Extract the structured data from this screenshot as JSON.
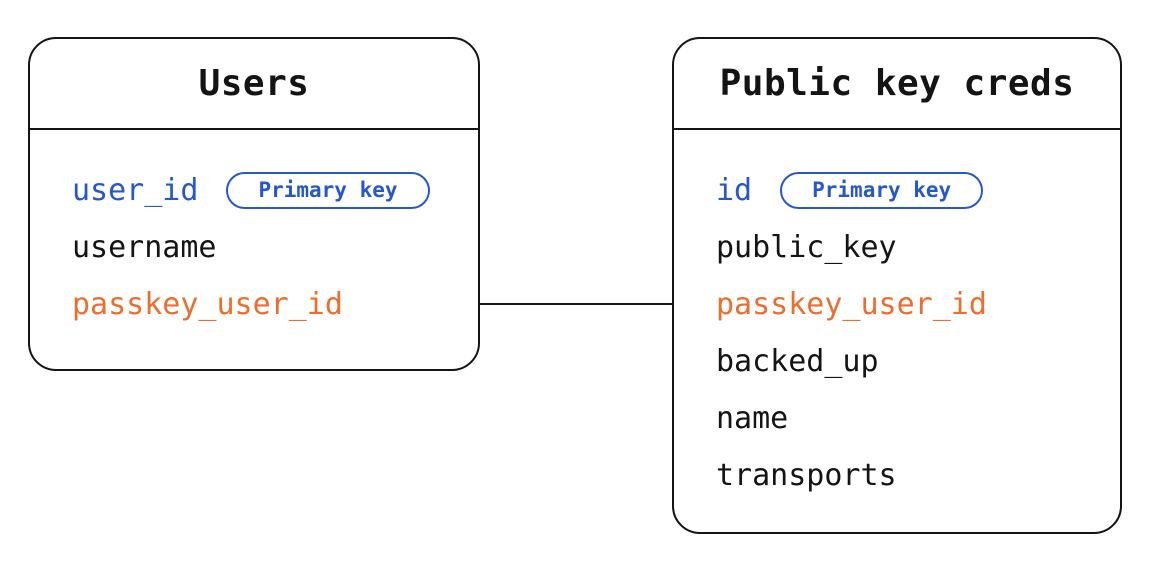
{
  "colors": {
    "blue": "#2557cd",
    "orange": "#ec6e2e",
    "ink": "#141414",
    "background": "#ffffff"
  },
  "diagram_type": "database-schema",
  "tables": [
    {
      "title": "Users",
      "fields": [
        {
          "name": "user_id",
          "badge": "Primary key",
          "color": "blue"
        },
        {
          "name": "username",
          "color": "black"
        },
        {
          "name": "passkey_user_id",
          "color": "orange"
        }
      ]
    },
    {
      "title": "Public key creds",
      "fields": [
        {
          "name": "id",
          "badge": "Primary key",
          "color": "blue"
        },
        {
          "name": "public_key",
          "color": "black"
        },
        {
          "name": "passkey_user_id",
          "color": "orange"
        },
        {
          "name": "backed_up",
          "color": "black"
        },
        {
          "name": "name",
          "color": "black"
        },
        {
          "name": "transports",
          "color": "black"
        }
      ]
    }
  ],
  "relationship": {
    "type": "line",
    "from": {
      "table": "Users",
      "field": "passkey_user_id"
    },
    "to": {
      "table": "Public key creds",
      "field": "passkey_user_id"
    }
  }
}
